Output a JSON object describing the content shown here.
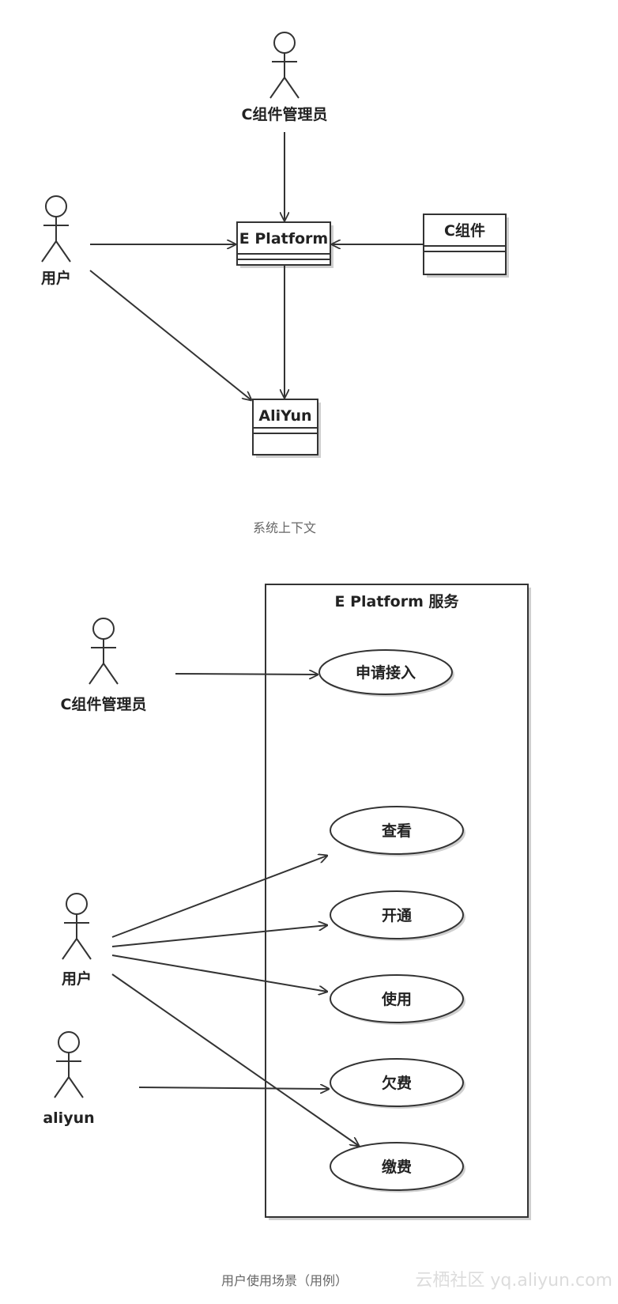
{
  "context_diagram": {
    "actors": {
      "component_admin": "C组件管理员",
      "user": "用户"
    },
    "classes": {
      "platform": "E Platform",
      "component": "C组件",
      "aliyun": "AliYun"
    },
    "caption": "系统上下文"
  },
  "usecase_diagram": {
    "system_title": "E Platform 服务",
    "actors": {
      "component_admin": "C组件管理员",
      "user": "用户",
      "aliyun": "aliyun"
    },
    "use_cases": {
      "apply_access": "申请接入",
      "view": "查看",
      "activate": "开通",
      "use": "使用",
      "arrears": "欠费",
      "pay": "缴费"
    },
    "caption": "用户使用场景（用例）"
  },
  "watermark": "云栖社区 yq.aliyun.com"
}
